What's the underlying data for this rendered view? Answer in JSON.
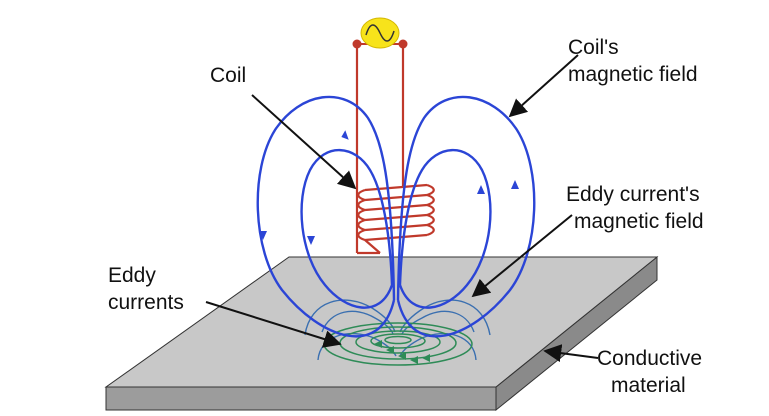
{
  "labels": {
    "coil": "Coil",
    "coil_field_line1": "Coil's",
    "coil_field_line2": "magnetic field",
    "eddy_field_line1": "Eddy current's",
    "eddy_field_line2": "magnetic field",
    "eddy_line1": "Eddy",
    "eddy_line2": "currents",
    "conductive_line1": "Conductive",
    "conductive_line2": "material"
  },
  "colors": {
    "plate_top": "#c8c8c8",
    "plate_side": "#9c9c9c",
    "coil": "#c0392b",
    "field": "#2b45d6",
    "eddy_field": "#3a6fb0",
    "eddy_currents": "#2e8b57",
    "source_fill": "#f7e31b",
    "label_text": "#111111"
  },
  "icons": {
    "source": "ac-source-icon"
  }
}
